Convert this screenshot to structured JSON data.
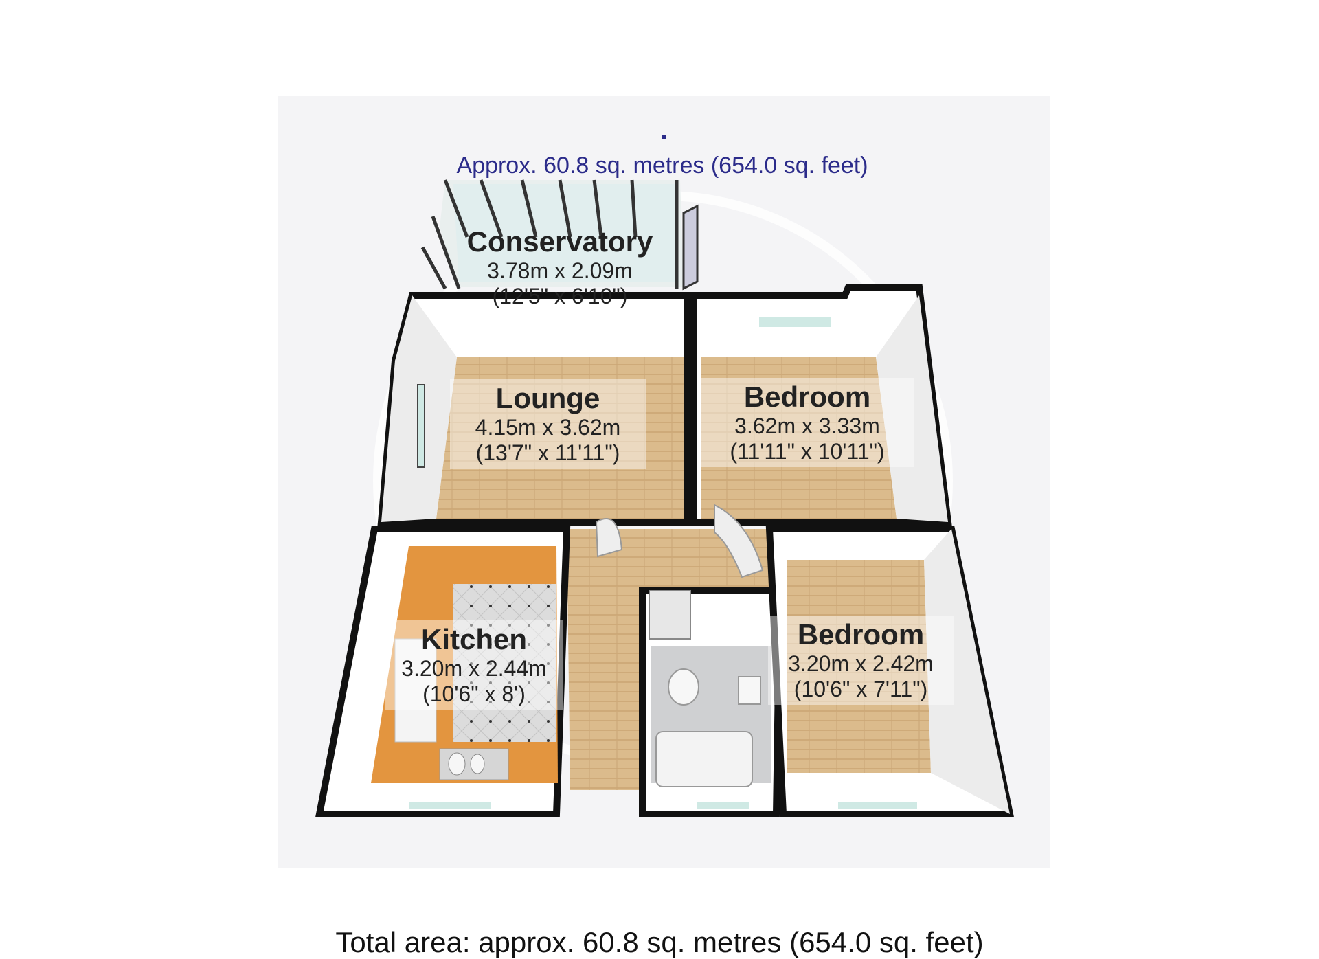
{
  "floor": {
    "area_text": "Approx. 60.8 sq. metres (654.0 sq. feet)"
  },
  "rooms": {
    "conservatory": {
      "name": "Conservatory",
      "metric": "3.78m x 2.09m",
      "imperial": "(12'5\" x 6'10\")"
    },
    "lounge": {
      "name": "Lounge",
      "metric": "4.15m x 3.62m",
      "imperial": "(13'7\" x 11'11\")"
    },
    "bedroom1": {
      "name": "Bedroom",
      "metric": "3.62m x 3.33m",
      "imperial": "(11'11\" x 10'11\")"
    },
    "kitchen": {
      "name": "Kitchen",
      "metric": "3.20m x 2.44m",
      "imperial": "(10'6\" x 8')"
    },
    "bedroom2": {
      "name": "Bedroom",
      "metric": "3.20m x 2.42m",
      "imperial": "(10'6\" x 7'11\")"
    }
  },
  "total": {
    "text": "Total area: approx. 60.8 sq. metres (654.0 sq. feet)"
  },
  "colors": {
    "wall": "#111111",
    "floor_wood": "#d9b98a",
    "kitchen_floor": "#e3953f",
    "window": "#cfe9e4",
    "background": "#f4f4f6"
  }
}
